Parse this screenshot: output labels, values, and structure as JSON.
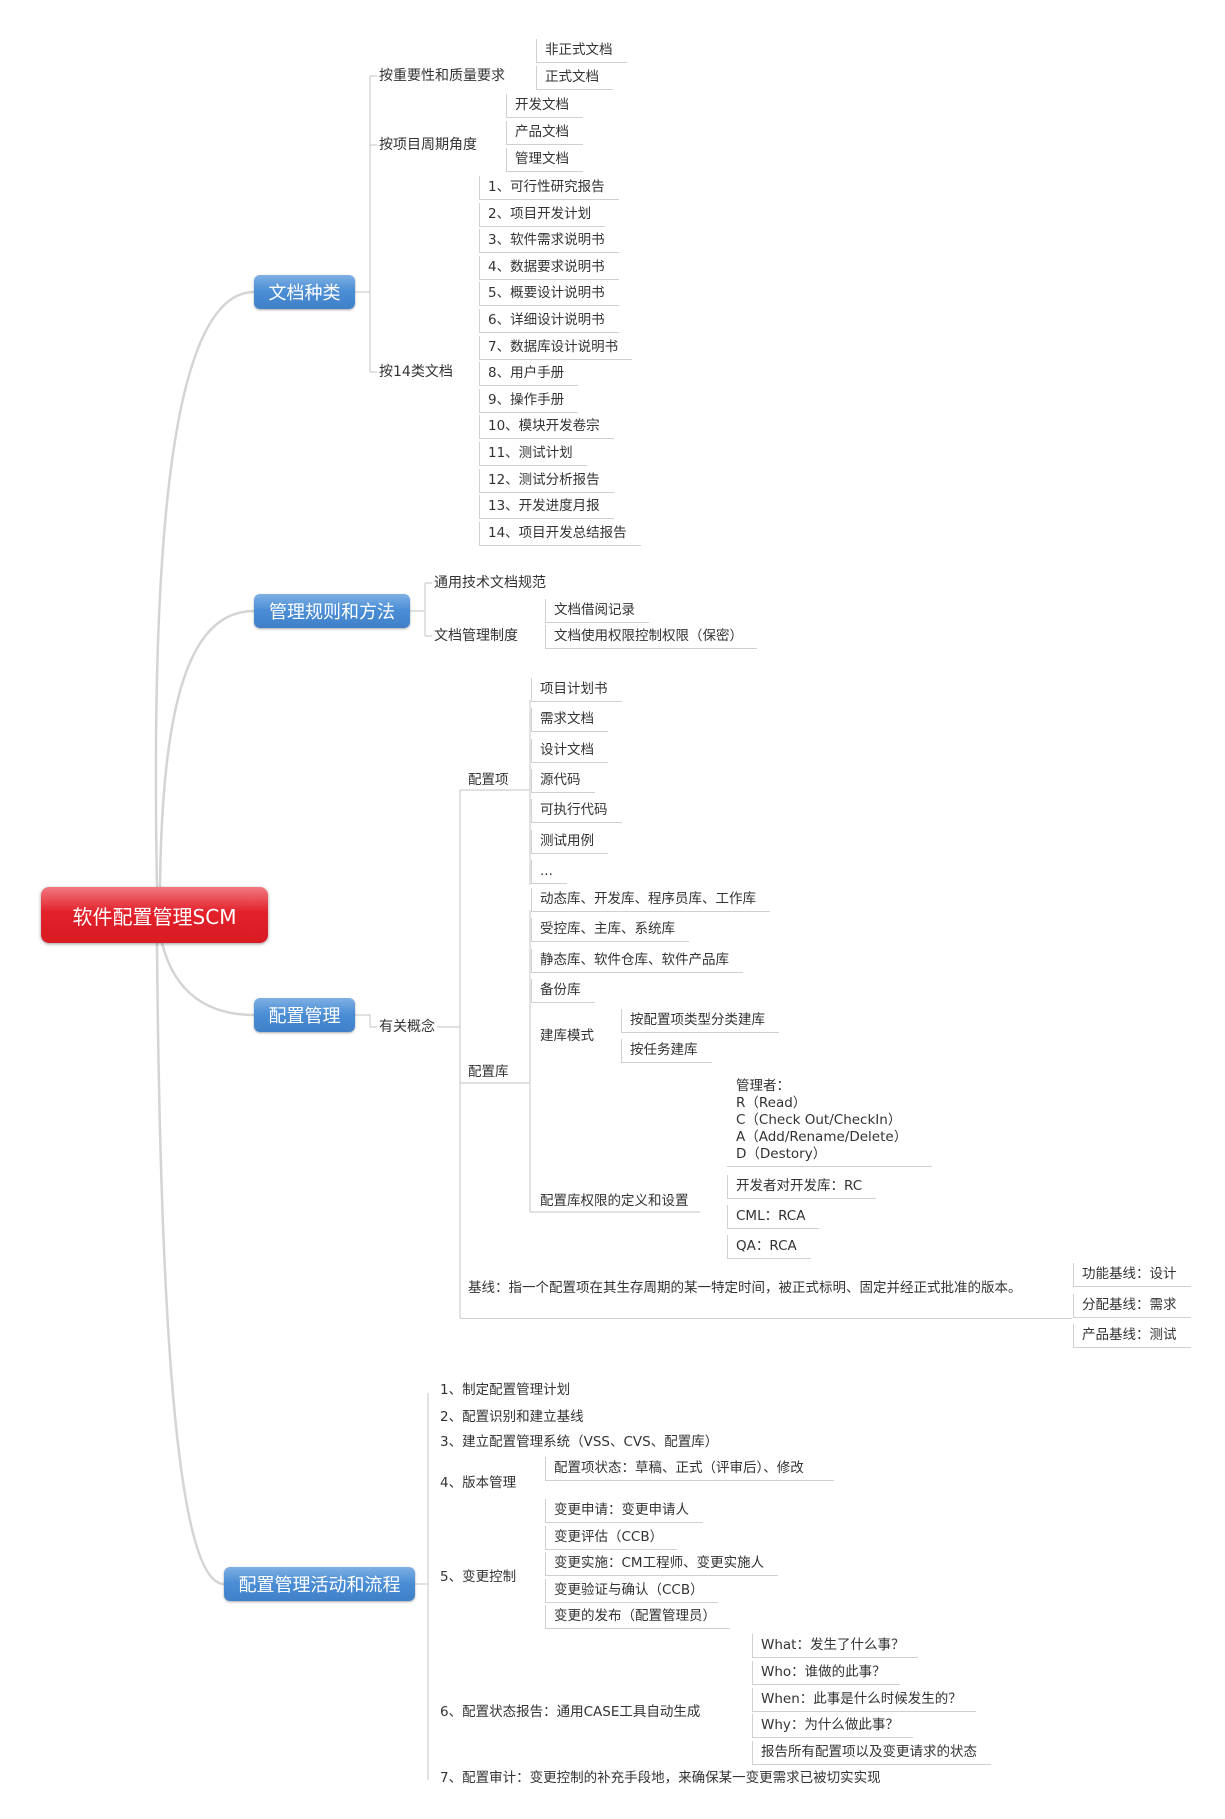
{
  "root": {
    "label": "软件配置管理SCM"
  },
  "doc_types": {
    "label": "文档种类",
    "by_quality": {
      "label": "按重要性和质量要求",
      "items": [
        "非正式文档",
        "正式文档"
      ]
    },
    "by_lifecycle": {
      "label": "按项目周期角度",
      "items": [
        "开发文档",
        "产品文档",
        "管理文档"
      ]
    },
    "by_14": {
      "label": "按14类文档",
      "items": [
        "1、可行性研究报告",
        "2、项目开发计划",
        "3、软件需求说明书",
        "4、数据要求说明书",
        "5、概要设计说明书",
        "6、详细设计说明书",
        "7、数据库设计说明书",
        "8、用户手册",
        "9、操作手册",
        "10、模块开发卷宗",
        "11、测试计划",
        "12、测试分析报告",
        "13、开发进度月报",
        "14、项目开发总结报告"
      ]
    }
  },
  "rules": {
    "label": "管理规则和方法",
    "general": "通用技术文档规范",
    "doc_mgmt": {
      "label": "文档管理制度",
      "items": [
        "文档借阅记录",
        "文档使用权限控制权限（保密）"
      ]
    }
  },
  "config": {
    "label": "配置管理",
    "concepts": {
      "label": "有关概念",
      "ci": {
        "label": "配置项",
        "items": [
          "项目计划书",
          "需求文档",
          "设计文档",
          "源代码",
          "可执行代码",
          "测试用例",
          "..."
        ]
      },
      "repo": {
        "label": "配置库",
        "items": [
          "动态库、开发库、程序员库、工作库",
          "受控库、主库、系统库",
          "静态库、软件仓库、软件产品库",
          "备份库"
        ],
        "build_mode": {
          "label": "建库模式",
          "items": [
            "按配置项类型分类建库",
            "按任务建库"
          ]
        },
        "perm": {
          "label": "配置库权限的定义和设置",
          "manager": [
            "管理者：",
            "R（Read）",
            "C（Check Out/CheckIn）",
            "A（Add/Rename/Delete）",
            "D（Destory）"
          ],
          "items": [
            "开发者对开发库：RC",
            "CML：RCA",
            "QA：RCA"
          ]
        }
      },
      "baseline": {
        "label": "基线：指一个配置项在其生存周期的某一特定时间，被正式标明、固定并经正式批准的版本。",
        "items": [
          "功能基线：设计",
          "分配基线：需求",
          "产品基线：测试"
        ]
      }
    }
  },
  "process": {
    "label": "配置管理活动和流程",
    "s1": "1、制定配置管理计划",
    "s2": "2、配置识别和建立基线",
    "s3": "3、建立配置管理系统（VSS、CVS、配置库）",
    "s4": {
      "label": "4、版本管理",
      "items": [
        "配置项状态：草稿、正式（评审后）、修改"
      ]
    },
    "s5": {
      "label": "5、变更控制",
      "items": [
        "变更申请：变更申请人",
        "变更评估（CCB）",
        "变更实施：CM工程师、变更实施人",
        "变更验证与确认（CCB）",
        "变更的发布（配置管理员）"
      ]
    },
    "s6": {
      "label": "6、配置状态报告：通用CASE工具自动生成",
      "items": [
        "What：发生了什么事？",
        "Who：谁做的此事？",
        "When：此事是什么时候发生的？",
        "Why：为什么做此事？",
        "报告所有配置项以及变更请求的状态"
      ]
    },
    "s7": "7、配置审计：变更控制的补充手段地，来确保某一变更需求已被切实实现"
  }
}
